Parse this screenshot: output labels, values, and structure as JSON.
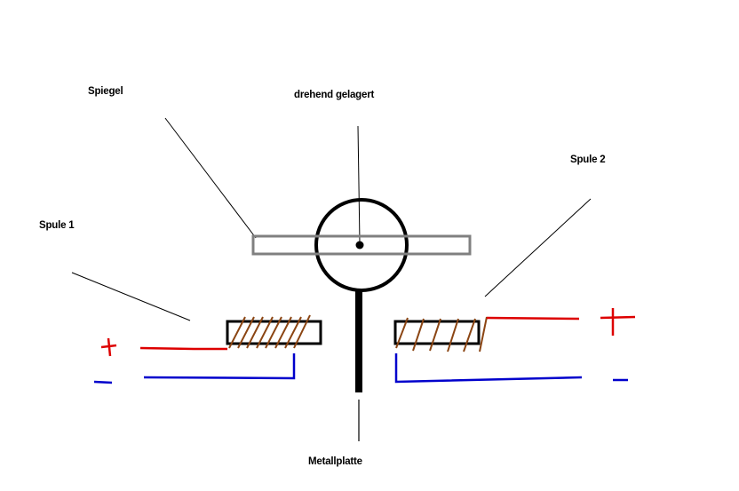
{
  "labels": {
    "spiegel": "Spiegel",
    "drehend_gelagert": "drehend gelagert",
    "spule1": "Spule 1",
    "spule2": "Spule 2",
    "metallplatte": "Metallplatte"
  },
  "signs": {
    "plus_left": "+",
    "minus_left": "-",
    "plus_right": "+",
    "minus_right": "-"
  },
  "colors": {
    "background": "#ffffff",
    "mirror": "#808080",
    "frame": "#000000",
    "coil_winding": "#8b4513",
    "positive_wire": "#dd0000",
    "negative_wire": "#0000cc"
  }
}
